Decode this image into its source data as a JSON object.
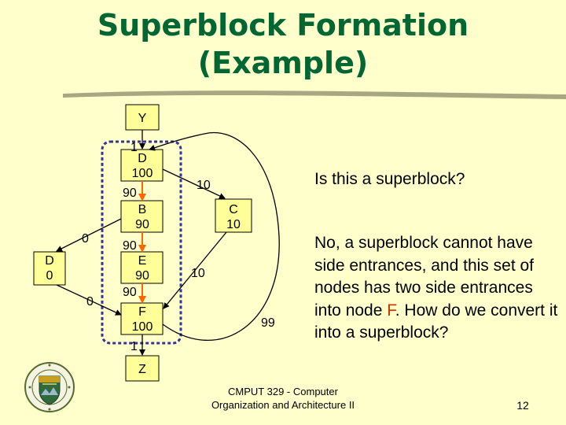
{
  "title": {
    "line1": "Superblock Formation",
    "line2": "(Example)"
  },
  "colors": {
    "background": "#FFFFCC",
    "title": "#006633",
    "node_fill": "#FFFF99",
    "superblock_border": "#333399",
    "orange_arrow": "#FF6600",
    "highlight": "#CC3300"
  },
  "nodes": {
    "Y": {
      "name": "Y"
    },
    "D": {
      "name": "D",
      "count": "100"
    },
    "B": {
      "name": "B",
      "count": "90"
    },
    "E": {
      "name": "E",
      "count": "90"
    },
    "F": {
      "name": "F",
      "count": "100"
    },
    "Z": {
      "name": "Z"
    },
    "C": {
      "name": "C",
      "count": "10"
    },
    "D0": {
      "name": "D",
      "count": "0"
    }
  },
  "edge_labels": {
    "y_to_d": "1",
    "d_to_b": "90",
    "b_to_e": "90",
    "e_to_f": "90",
    "f_to_z": "1",
    "d_to_c": "10",
    "c_to_f": "10",
    "f_to_d_back": "99",
    "b_to_d0": "0",
    "d0_to_f": "0"
  },
  "question": "Is this a superblock?",
  "answer": {
    "part1": "No, a superblock cannot have side entrances, and this set of nodes has two side entrances into node ",
    "highlight": "F",
    "part2": ". How do we convert it into a superblock?"
  },
  "footer": {
    "line1": "CMPUT 329 - Computer",
    "line2": "Organization and Architecture II"
  },
  "page_number": "12",
  "seal_icon": "university-of-alberta-crest-icon"
}
